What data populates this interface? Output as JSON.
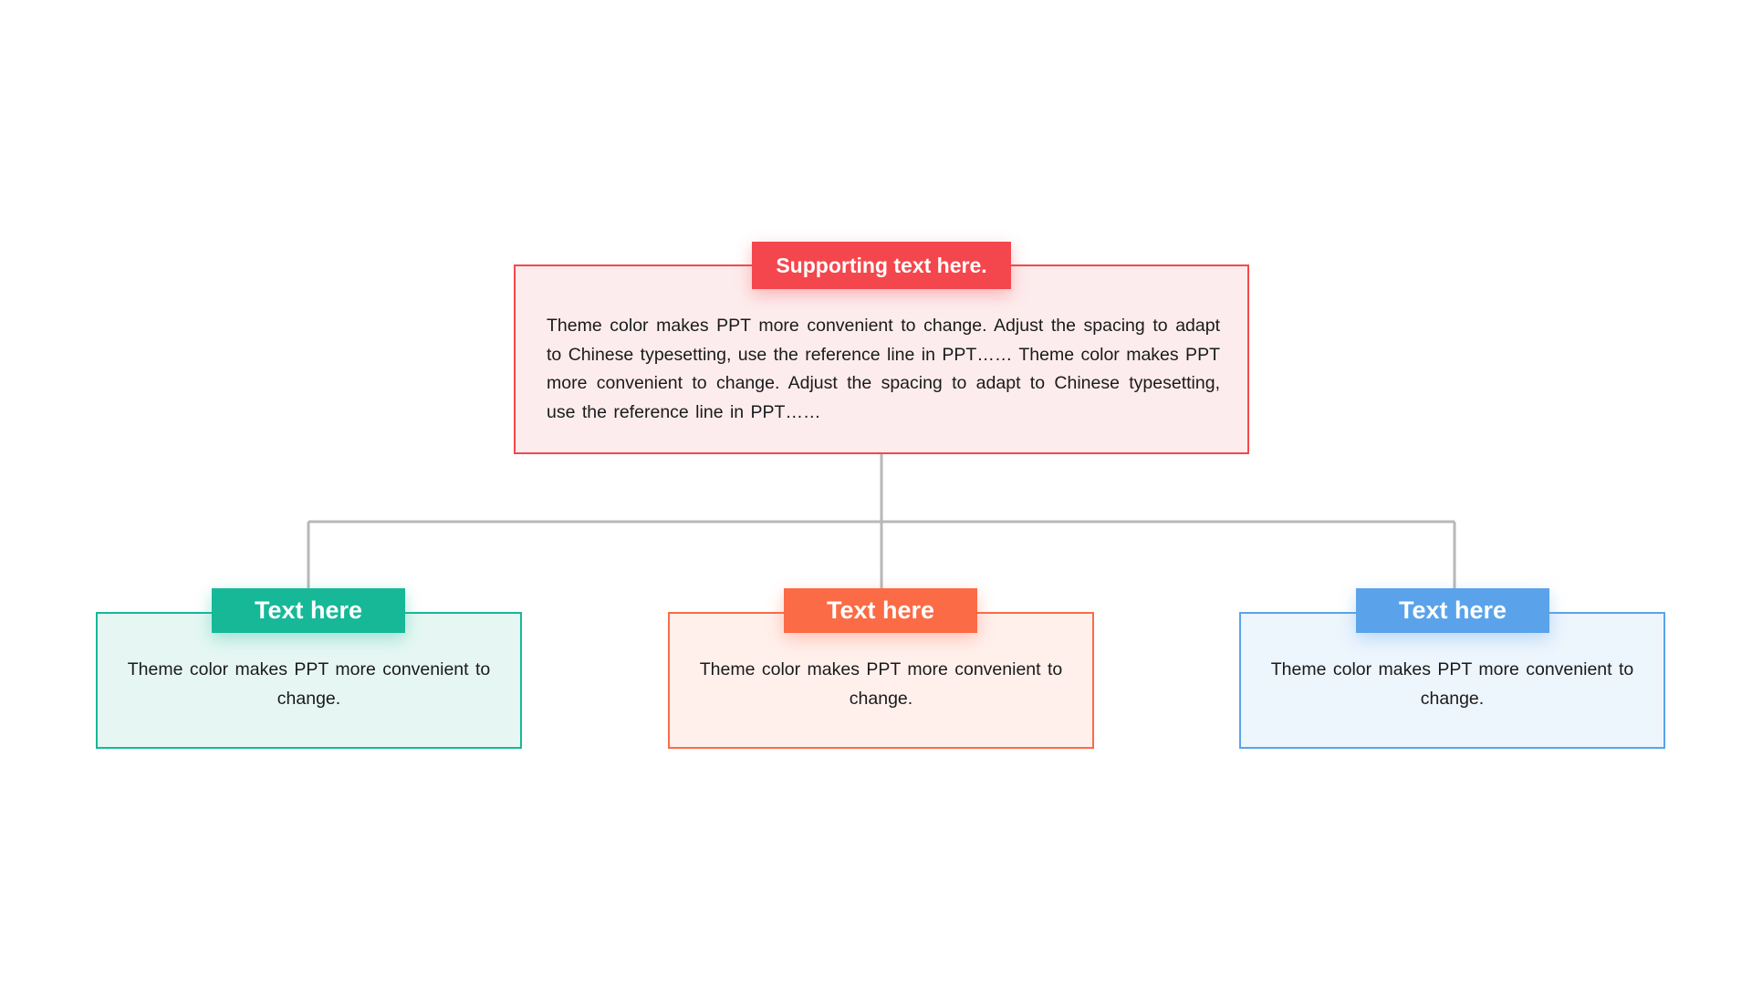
{
  "diagram": {
    "root": {
      "label": "Supporting text here.",
      "body": "Theme color makes PPT more convenient to change. Adjust the spacing to adapt to Chinese typesetting, use the reference line in PPT…… Theme color makes PPT more convenient to change. Adjust the spacing to adapt to Chinese typesetting, use the reference line in PPT……",
      "color": "#f4474d"
    },
    "children": [
      {
        "label": "Text here",
        "body": "Theme color makes PPT more convenient to change.",
        "color": "#16b898"
      },
      {
        "label": "Text here",
        "body": "Theme color makes PPT more convenient to change.",
        "color": "#fb6b45"
      },
      {
        "label": "Text here",
        "body": "Theme color makes PPT more convenient to change.",
        "color": "#5aa3ea"
      }
    ],
    "connector_color": "#b8b8b8"
  }
}
